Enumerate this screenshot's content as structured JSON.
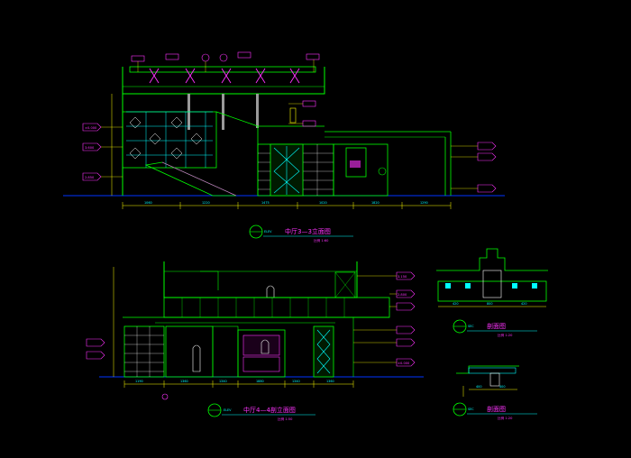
{
  "colors": {
    "background": "#000000",
    "outline": "#00ff00",
    "detail": "#00ffff",
    "accent": "#ff33ff",
    "annotation": "#ffff00",
    "floor": "#0033ff",
    "pendant": "#9a9a9a",
    "hatch": "#ffffff"
  },
  "views": {
    "elev_3": {
      "code": "ELEV",
      "title": "中厅3—3立面图",
      "scale": "比例 1:60"
    },
    "elev_4": {
      "code": "ELEV",
      "title": "中厅4—4剖立面图",
      "scale": "比例 1:50"
    },
    "section_a": {
      "code": "SEC",
      "title": "剖面图",
      "scale": "比例 1:20"
    },
    "section_b": {
      "code": "SEC",
      "title": "剖面图",
      "scale": "比例 1:20"
    }
  },
  "dimensions": {
    "elev_3": [
      "1060",
      "1220",
      "1475",
      "1020",
      "1820",
      "1290"
    ],
    "elev_4": [
      "1190",
      "1360",
      "1340",
      "1880",
      "1340",
      "1360"
    ],
    "section_a": [
      "420",
      "800",
      "420"
    ],
    "section_b": [
      "400",
      "400"
    ]
  },
  "labels": {
    "elev_3_tags": [
      "±0.000",
      "3.600",
      "2.850"
    ],
    "elev_4_tags": [
      "3.150",
      "2.800",
      "±0.000"
    ]
  }
}
